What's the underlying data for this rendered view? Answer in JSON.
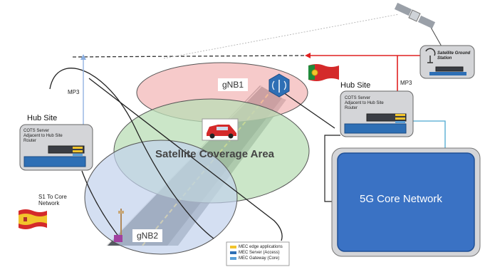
{
  "hub_left": {
    "title": "Hub Site",
    "server_line1": "COTS Server",
    "server_line2": "Adjacent to Hub Site",
    "server_line3": "Router",
    "s1_line1": "S1 To Core",
    "s1_line2": "Network"
  },
  "hub_right": {
    "title": "Hub Site",
    "server_line1": "COTS Server",
    "server_line2": "Adjacent to Hub Site",
    "server_line3": "Router"
  },
  "links": {
    "mp3_left": "MP3",
    "mp3_right": "MP3"
  },
  "ground_station": {
    "line1": "Satellite Ground",
    "line2": "Station"
  },
  "coverage": {
    "label": "Satellite Coverage Area"
  },
  "nodes": {
    "gnb1": "gNB1",
    "gnb2": "gNB2"
  },
  "core": {
    "label": "5G Core Network",
    "color": "#3a72c4"
  },
  "legend": {
    "items": [
      {
        "label": "MEC edge applications",
        "color": "#f2c42c"
      },
      {
        "label": "MEC Server (Access)",
        "color": "#2e6fb5"
      },
      {
        "label": "MEC Gateway (Core)",
        "color": "#5aa0d8"
      }
    ]
  },
  "colors": {
    "ellipse_red": "#f3b8b8",
    "ellipse_green": "#b9deb5",
    "ellipse_blue": "#c2d2ec",
    "link_red": "#e02020",
    "link_blue": "#8aaee0",
    "link_cyan": "#4aa8d0"
  }
}
